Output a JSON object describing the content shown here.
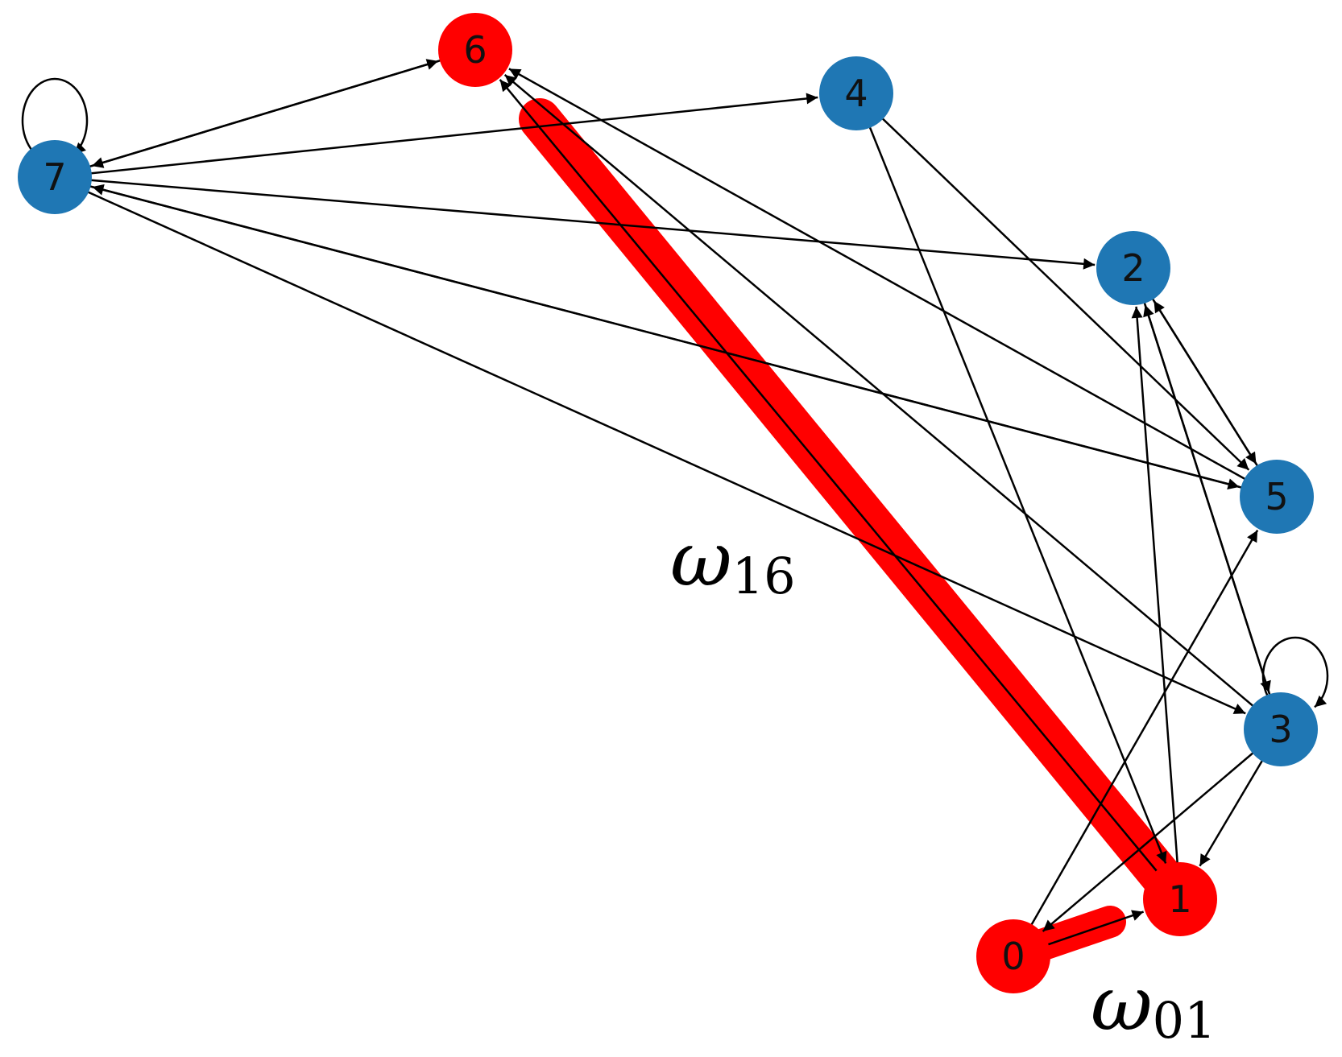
{
  "graph": {
    "colors": {
      "highlight": "#ff0000",
      "default": "#1f77b4",
      "edge": "#000000",
      "label_text": "#111111"
    },
    "nodes": [
      {
        "id": "0",
        "label": "0",
        "group": "highlight"
      },
      {
        "id": "1",
        "label": "1",
        "group": "highlight"
      },
      {
        "id": "2",
        "label": "2",
        "group": "default"
      },
      {
        "id": "3",
        "label": "3",
        "group": "default"
      },
      {
        "id": "4",
        "label": "4",
        "group": "default"
      },
      {
        "id": "5",
        "label": "5",
        "group": "default"
      },
      {
        "id": "6",
        "label": "6",
        "group": "highlight"
      },
      {
        "id": "7",
        "label": "7",
        "group": "default"
      }
    ],
    "edges": [
      {
        "source": "7",
        "target": "6"
      },
      {
        "source": "6",
        "target": "7"
      },
      {
        "source": "7",
        "target": "4"
      },
      {
        "source": "7",
        "target": "2"
      },
      {
        "source": "7",
        "target": "5"
      },
      {
        "source": "7",
        "target": "3"
      },
      {
        "source": "5",
        "target": "7"
      },
      {
        "source": "4",
        "target": "1"
      },
      {
        "source": "4",
        "target": "5"
      },
      {
        "source": "5",
        "target": "6"
      },
      {
        "source": "3",
        "target": "6"
      },
      {
        "source": "1",
        "target": "6"
      },
      {
        "source": "1",
        "target": "2"
      },
      {
        "source": "2",
        "target": "5"
      },
      {
        "source": "5",
        "target": "2"
      },
      {
        "source": "2",
        "target": "3"
      },
      {
        "source": "3",
        "target": "2"
      },
      {
        "source": "0",
        "target": "5"
      },
      {
        "source": "3",
        "target": "0"
      },
      {
        "source": "3",
        "target": "1"
      },
      {
        "source": "0",
        "target": "1"
      },
      {
        "source": "7",
        "target": "7"
      },
      {
        "source": "3",
        "target": "3"
      }
    ],
    "highlighted_edges": [
      {
        "source": "1",
        "target": "6",
        "label_symbol": "ω",
        "label_sub": "16"
      },
      {
        "source": "0",
        "target": "1",
        "label_symbol": "ω",
        "label_sub": "01"
      }
    ]
  }
}
